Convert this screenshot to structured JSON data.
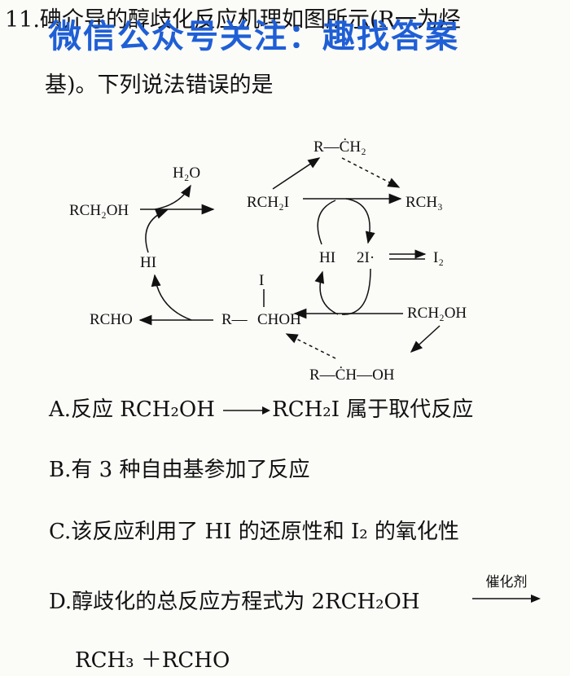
{
  "question": {
    "number": "11.",
    "stem_line1": "碘介导的醇歧化反应机理如图所示(R一为烃",
    "stem_line2": "基)。下列说法错误的是"
  },
  "watermark": {
    "text": "微信公众号关注：趣找答案",
    "color": "#1f5fd6"
  },
  "diagram": {
    "rch2oh_left": "RCH₂OH",
    "h2o": "H₂O",
    "hi_left": "HI",
    "rcho": "RCHO",
    "r_choh_prefix": "R—",
    "r_choh": "CHOH",
    "iodo_sub": "I",
    "rch2_radical": "R—ĊH₂",
    "rch2i": "RCH₂I",
    "rch3": "RCH₃",
    "hi_mid": "HI",
    "two_i_radical": "2I·",
    "i2": "I₂",
    "rch2oh_right": "RCH₂OH",
    "r_ch_oh": "R—ĊH—OH"
  },
  "options": {
    "A": {
      "label": "A.",
      "text_pre": "反应 RCH₂OH",
      "text_post": "RCH₂I 属于取代反应"
    },
    "B": {
      "label": "B.",
      "text": "有 3 种自由基参加了反应"
    },
    "C": {
      "label": "C.",
      "text": "该反应利用了 HI 的还原性和 I₂ 的氧化性"
    },
    "D": {
      "label": "D.",
      "text_pre": "醇歧化的总反应方程式为 2RCH₂OH",
      "arrow_label": "催化剂",
      "line2": "RCH₃ ＋RCHO"
    }
  }
}
